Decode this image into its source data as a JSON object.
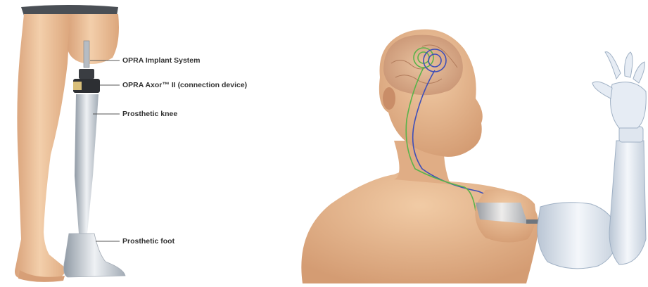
{
  "labels": {
    "implant": "OPRA Implant System",
    "axor": "OPRA Axor™ II (connection device)",
    "knee": "Prosthetic knee",
    "foot": "Prosthetic foot"
  },
  "colors": {
    "skin": "#efc7a0",
    "skin_shade": "#d9a47a",
    "metal": "#d6dbe1",
    "metal_dark": "#9aa3ad",
    "robot_arm": "#e6ecf4",
    "nerve_blue": "#3f4fb8",
    "nerve_green": "#59b34a",
    "label_text": "#333333",
    "leader_line": "#555555"
  }
}
